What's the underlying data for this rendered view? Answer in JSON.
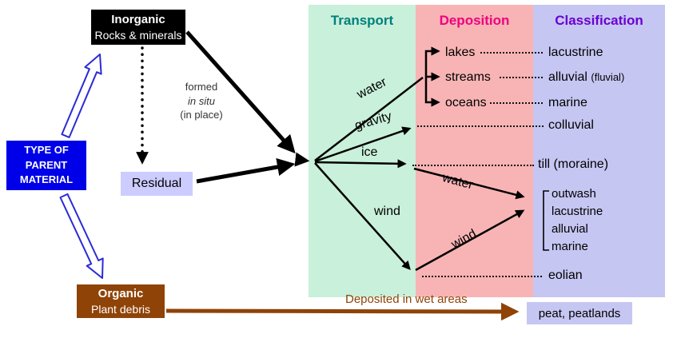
{
  "parent_box": {
    "line1": "TYPE OF",
    "line2": "PARENT",
    "line3": "MATERIAL"
  },
  "inorganic_box": {
    "title": "Inorganic",
    "subtitle": "Rocks & minerals"
  },
  "organic_box": {
    "title": "Organic",
    "subtitle": "Plant debris"
  },
  "residual_box": {
    "label": "Residual"
  },
  "formed_note": {
    "line1": "formed",
    "line2": "in situ",
    "line3": "(in place)"
  },
  "columns": {
    "transport": "Transport",
    "deposition": "Deposition",
    "classification": "Classification"
  },
  "transport_arrows": {
    "water": "water",
    "gravity": "gravity",
    "ice": "ice",
    "wind": "wind",
    "melt_water": "water",
    "glacial_wind": "wind"
  },
  "deposition": {
    "lakes": "lakes",
    "streams": "streams",
    "oceans": "oceans"
  },
  "classification": {
    "lacustrine": "lacustrine",
    "alluvial": "alluvial",
    "fluvial": "(fluvial)",
    "marine": "marine",
    "colluvial": "colluvial",
    "till": "till (moraine)",
    "group": [
      "outwash",
      "lacustrine",
      "alluvial",
      "marine"
    ],
    "eolian": "eolian"
  },
  "organic_flow": {
    "label": "Deposited in wet areas",
    "result": "peat, peatlands"
  },
  "colors": {
    "transport_bg": "#c9f0da",
    "transport_header": "#00807c",
    "deposition_bg": "#f8b4b4",
    "deposition_header": "#ee0080",
    "classification_bg": "#c6c6f3",
    "classification_header": "#6a00d0",
    "parent_box_bg": "#0000e8",
    "inorganic_box_bg": "#000000",
    "organic_box_bg": "#8f4307",
    "residual_box_bg": "#ccccff",
    "arrow_black": "#000000",
    "arrow_brown": "#8f4307",
    "hollow_arrow_outline": "#2b2bd6"
  }
}
